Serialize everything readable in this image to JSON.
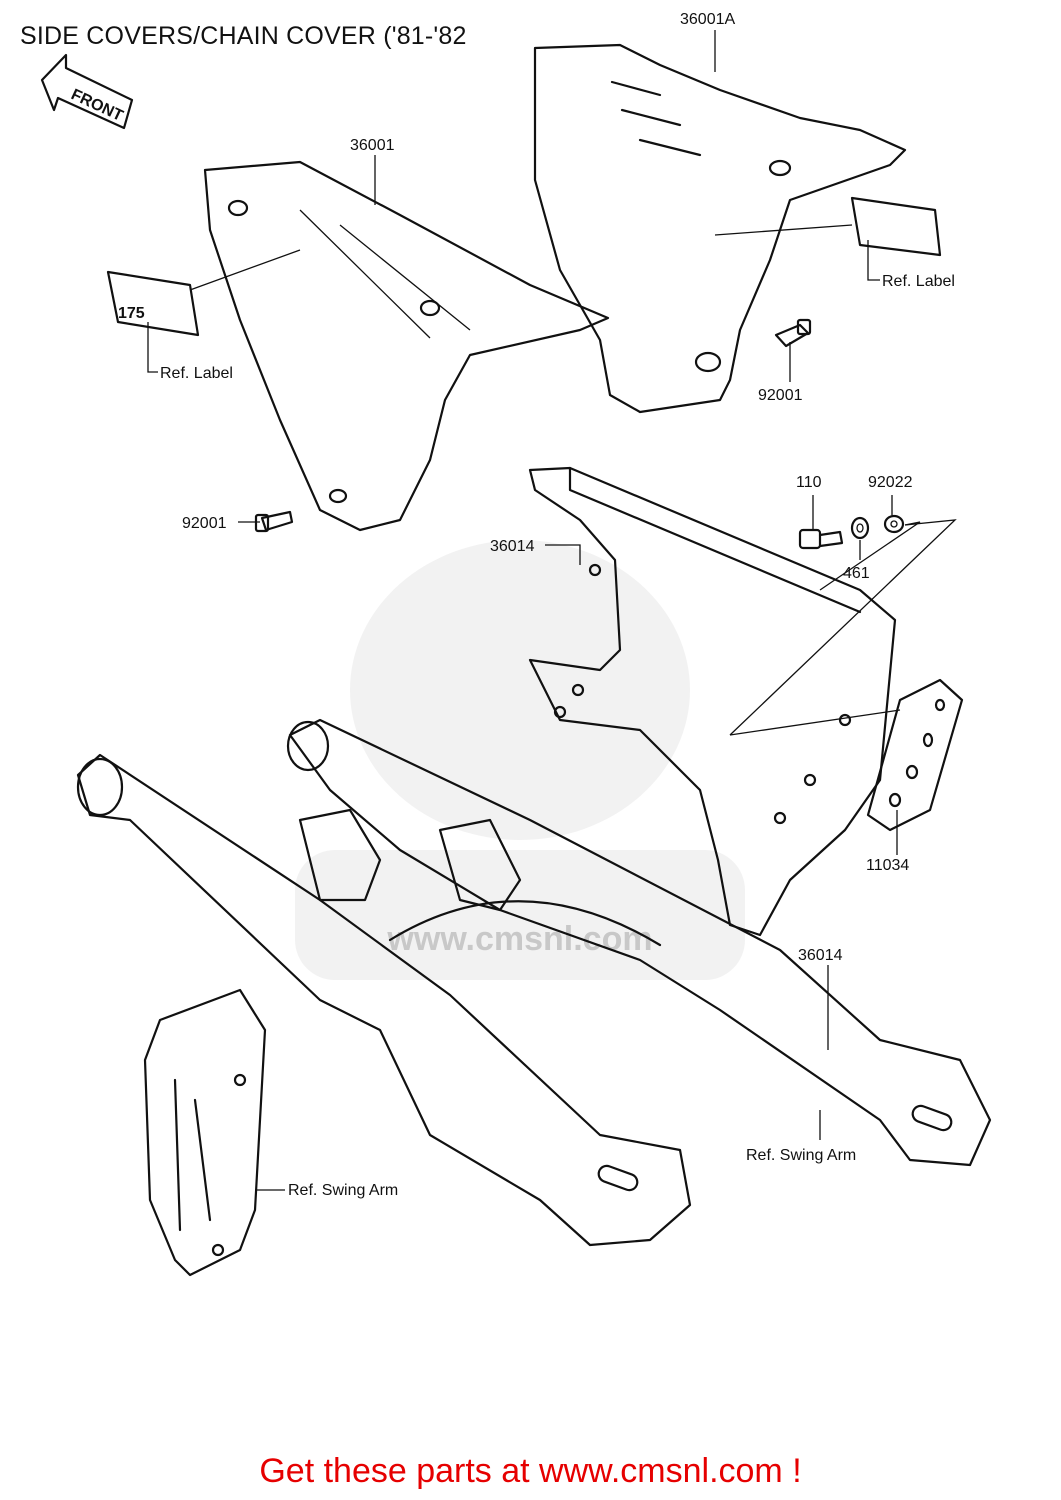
{
  "title": "SIDE COVERS/CHAIN COVER ('81-'82",
  "front_arrow": "FRONT",
  "callouts": {
    "c_36001A": "36001A",
    "c_36001": "36001",
    "ref_label_left": "Ref. Label",
    "ref_label_right": "Ref. Label",
    "badge_175": "175",
    "c_92001_right": "92001",
    "c_92001_left": "92001",
    "c_110": "110",
    "c_92022": "92022",
    "c_461": "461",
    "c_36014_upper": "36014",
    "c_11034": "11034",
    "c_36014_lower": "36014",
    "ref_swing_arm_right": "Ref. Swing Arm",
    "ref_swing_arm_left": "Ref. Swing Arm"
  },
  "watermark": "www.cmsnl.com",
  "cta": "Get these parts at www.cmsnl.com !",
  "colors": {
    "cta": "#e60000",
    "lines": "#111111",
    "watermark": "#d9d9d9"
  }
}
